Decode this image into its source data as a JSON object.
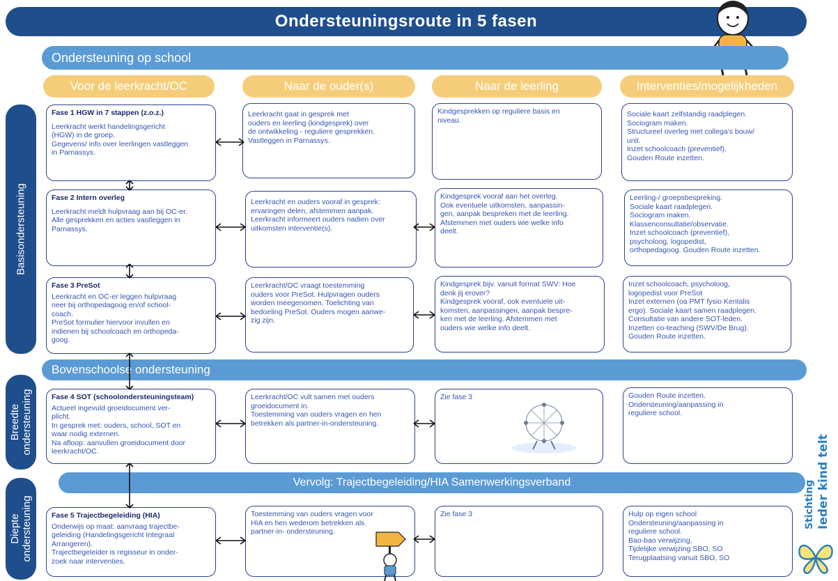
{
  "title": "Ondersteuningsroute in 5 fasen",
  "bars": {
    "school": "Ondersteuning op school",
    "boven": "Bovenschoolse ondersteuning",
    "vervolg": "Vervolg: Trajectbegeleiding/HIA Samenwerkingsverband"
  },
  "columns": [
    "Voor de leerkracht/OC",
    "Naar de ouder(s)",
    "Naar de leerling",
    "Interventies/mogelijkheden"
  ],
  "side_labels": {
    "basis": "Basisondersteuning",
    "breedte_1": "Breedte",
    "breedte_2": "ondersteuning",
    "diepte_1": "Diepte",
    "diepte_2": "ondersteuning"
  },
  "rows": [
    {
      "teacher_title": "Fase 1 HGW in 7 stappen (z.o.z.)",
      "teacher_lines": [
        "Leerkracht werkt handelingsgericht",
        "(HGW) in de groep.",
        "Gegevens/ info over leerlingen vastleggen",
        "in Parnassys."
      ],
      "parents_lines": [
        "Leerkracht gaat in gesprek met",
        "ouders en leerling (kindgesprek) over",
        "de ontwikkeling - reguliere gesprekken.",
        "Vastleggen in Parnassys."
      ],
      "student_lines": [
        "Kindgesprekken op reguliere basis en",
        "niveau."
      ],
      "interv_lines": [
        "Sociale kaart zelfstandig raadplegen.",
        "Sociogram maken.",
        "Structureel overleg met collega's bouw/",
        "unit.",
        "Inzet schoolcoach (preventief).",
        "Gouden Route inzetten."
      ]
    },
    {
      "teacher_title": "Fase 2 Intern overleg",
      "teacher_lines": [
        "Leerkracht meldt hulpvraag aan bij OC-er.",
        "Alle gesprekken en acties vastleggen in",
        "Parnassys."
      ],
      "parents_lines": [
        "Leerkracht en ouders vooraf in gesprek:",
        "ervaringen delen, afstemmen aanpak.",
        "Leerkracht informeert ouders nadien over",
        "uitkomsten interventie(s)."
      ],
      "student_lines": [
        "Kindgesprek vooraf aan het overleg.",
        "Ook eventuele uitkomsten, aanpassin-",
        "gen, aanpak bespreken met de leerling.",
        "Afstemmen met ouders wie welke info",
        "deelt."
      ],
      "interv_lines": [
        "Leerling-/ groepsbespreking.",
        "Sociale kaart raadplegen.",
        "Sociogram maken.",
        "Klassenconsultatie/observatie.",
        "Inzet schoolcoach (preventief),",
        "psycholoog, logopedist,",
        "orthopedagoog. Gouden Route inzetten."
      ]
    },
    {
      "teacher_title": "Fase 3 PreSot",
      "teacher_lines": [
        "Leerkracht en OC-er leggen hulpvraag",
        "neer bij orthopedagoog en/of school-",
        "coach.",
        "PreSot formulier hiervoor invullen en",
        "indienen bij schoolcoach en orthopeda-",
        "goog."
      ],
      "parents_lines": [
        "Leerkracht/OC vraagt toestemming",
        "ouders voor PreSot. Hulpvragen ouders",
        "worden meegenomen. Toelichting van",
        "bedoeling PreSot. Ouders mogen aanwe-",
        "zig zijn."
      ],
      "student_lines": [
        "Kindgesprek bijv. vanuit format SWV: Hoe",
        "denk jij erover?",
        "Kindgesprek vooraf, ook eventuele uit-",
        "komsten, aanpassingen, aanpak bespre-",
        "ken met de leerling. Afstemmen met",
        "ouders wie welke info deelt."
      ],
      "interv_lines": [
        "Inzet schoolcoach, psycholoog,",
        "logopedist voor PreSot",
        "Inzet externen (oa PMT fysio Kentalis",
        "ergo). Sociale kaart samen raadplegen.",
        "Consultatie van andere SOT-leden.",
        "Inzetten co-teaching (SWV/De Brug).",
        "Gouden Route inzetten."
      ]
    },
    {
      "teacher_title": "Fase 4 SOT (schoolondersteuningsteam)",
      "teacher_lines": [
        "Actueel ingevuld groeidocument ver-",
        "plicht.",
        "In gesprek met: ouders, school, SOT en",
        "waar nodig externen.",
        "Na afloop: aanvullen groeidocument door",
        "leerkracht/OC."
      ],
      "parents_lines": [
        "Leerkracht/OC vult samen met ouders",
        "groeidocument in.",
        "Toestemming van ouders vragen en hen",
        "betrekken als partner-in-ondersteuning."
      ],
      "student_lines": [
        "Zie fase 3"
      ],
      "interv_lines": [
        "Gouden Route inzetten.",
        "Ondersteuning/aanpassing in",
        "reguliere school."
      ]
    },
    {
      "teacher_title": "Fase 5 Trajectbegeleiding (HIA)",
      "teacher_lines": [
        "Onderwijs op maat: aanvraag trajectbe-",
        "geleiding (Handelingsgericht Integraal",
        "Arrangeren).",
        "Trajectbegeleider is regisseur in onder-",
        "zoek naar interventies."
      ],
      "parents_lines": [
        "Toestemming van ouders vragen voor",
        "HIA en hen wederom betrekken als",
        "partner-in- ondersteuning."
      ],
      "student_lines": [
        "Zie fase 3"
      ],
      "interv_lines": [
        "Hulp op eigen school",
        "Ondersteuning/aanpassing in",
        "reguliere school.",
        "Bao-bao verwijzing.",
        "Tijdelijke verwijzing SBO, SO",
        "Terugplaatsing vanuit SBO, SO"
      ]
    }
  ],
  "logo": {
    "line1": "Stichting",
    "line2": "Ieder kind telt"
  },
  "colors": {
    "navy": "#1f4e8c",
    "blue": "#5b9bd5",
    "yellow": "#f5cd7a",
    "box_border": "#2d3f8f",
    "text": "#3554b0"
  },
  "icons": [
    "double-arrow-icon",
    "character-illustration",
    "ferris-wheel-illustration",
    "signpost-character-illustration",
    "butterfly-logo-icon"
  ]
}
